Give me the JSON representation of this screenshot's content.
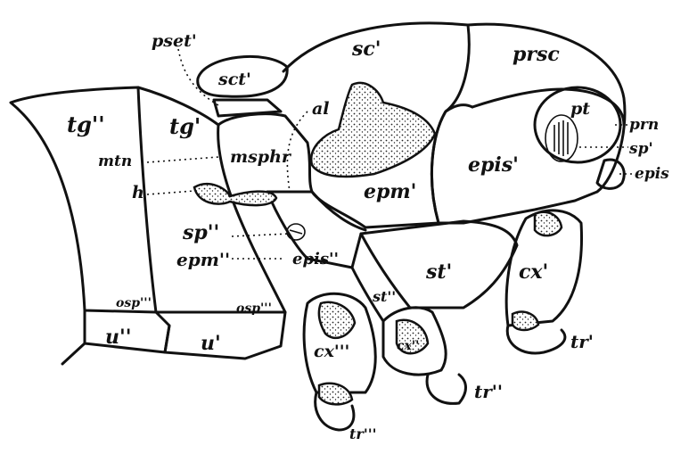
{
  "figure": {
    "labels": {
      "pset": "pset'",
      "sct": "sct'",
      "sc": "sc'",
      "prsc": "prsc",
      "al": "al",
      "pt": "pt",
      "prn": "prn",
      "sp1": "sp'",
      "epis_r": "epis",
      "tg2": "tg''",
      "tg1": "tg'",
      "mtn": "mtn",
      "msphr": "msphr",
      "h": "h",
      "epm1": "epm'",
      "epis1": "epis'",
      "sp2": "sp''",
      "epm2": "epm''",
      "epis2": "epis''",
      "st1": "st'",
      "cx1": "cx'",
      "st2": "st''",
      "cx2": "cx''",
      "osp3_left": "osp'''",
      "osp3_mid": "osp'''",
      "u2": "u''",
      "u1": "u'",
      "cx3": "cx'''",
      "tr2": "tr''",
      "tr1": "tr'",
      "tr3": "tr'''"
    }
  }
}
